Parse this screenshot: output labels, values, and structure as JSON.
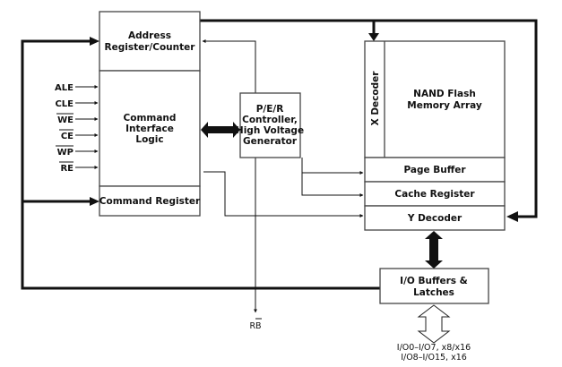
{
  "diagram": {
    "title": "NAND Flash Functional Block Diagram",
    "blocks": {
      "address_register": [
        "Address",
        "Register/Counter"
      ],
      "command_interface": [
        "Command",
        "Interface",
        "Logic"
      ],
      "command_register": "Command Register",
      "per_controller": [
        "P/E/R",
        "Controller,",
        "High Voltage",
        "Generator"
      ],
      "x_decoder": "X Decoder",
      "memory_array": [
        "NAND Flash",
        "Memory Array"
      ],
      "page_buffer": "Page Buffer",
      "cache_register": "Cache Register",
      "y_decoder": "Y Decoder",
      "io_buffers": [
        "I/O Buffers &",
        "Latches"
      ]
    },
    "control_signals": [
      {
        "name": "ALE",
        "active_low": false
      },
      {
        "name": "CLE",
        "active_low": false
      },
      {
        "name": "WE",
        "active_low": true
      },
      {
        "name": "CE",
        "active_low": true
      },
      {
        "name": "WP",
        "active_low": true
      },
      {
        "name": "RE",
        "active_low": true
      }
    ],
    "ready_busy": {
      "name": "RB",
      "active_low_part": "B"
    },
    "io_labels": [
      "I/O0–I/O7, x8/x16",
      "I/O8–I/O15, x16"
    ]
  }
}
